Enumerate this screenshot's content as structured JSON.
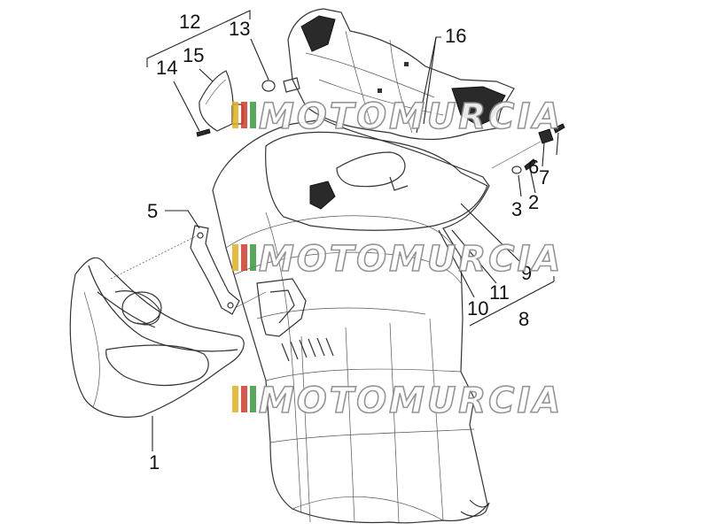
{
  "callouts": {
    "c1": "1",
    "c2": "2",
    "c3": "3",
    "c5": "5",
    "c6": "6",
    "c7": "7",
    "c8": "8",
    "c9": "9",
    "c10": "10",
    "c11": "11",
    "c12": "12",
    "c13": "13",
    "c14": "14",
    "c15": "15",
    "c16": "16"
  },
  "watermark": {
    "text": "MOTOMURCIA"
  }
}
